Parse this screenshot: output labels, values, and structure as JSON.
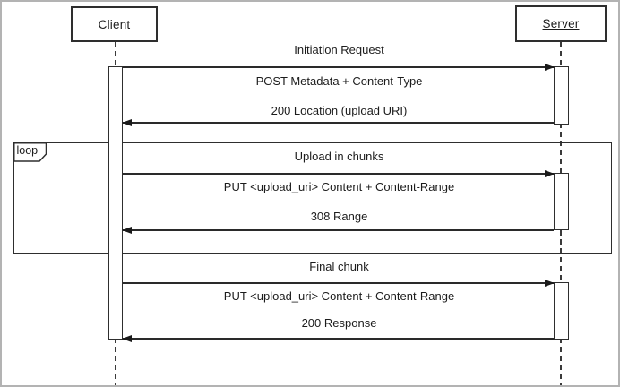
{
  "diagram": {
    "type": "uml-sequence",
    "actors": [
      {
        "id": "client",
        "label": "Client"
      },
      {
        "id": "server",
        "label": "Server"
      }
    ],
    "fragment": {
      "label": "loop"
    },
    "sections": [
      {
        "title": "Initiation Request",
        "request": "POST Metadata + Content-Type",
        "response": "200 Location (upload URI)",
        "in_loop": false
      },
      {
        "title": "Upload in chunks",
        "request": "PUT <upload_uri> Content + Content-Range",
        "response": "308 Range",
        "in_loop": true
      },
      {
        "title": "Final chunk",
        "request": "PUT <upload_uri> Content + Content-Range",
        "response": "200 Response",
        "in_loop": false
      }
    ],
    "colors": {
      "line": "#2e2e2e",
      "text": "#1c1c1c",
      "background": "#ffffff",
      "frame_border": "#b3b3b3"
    }
  }
}
